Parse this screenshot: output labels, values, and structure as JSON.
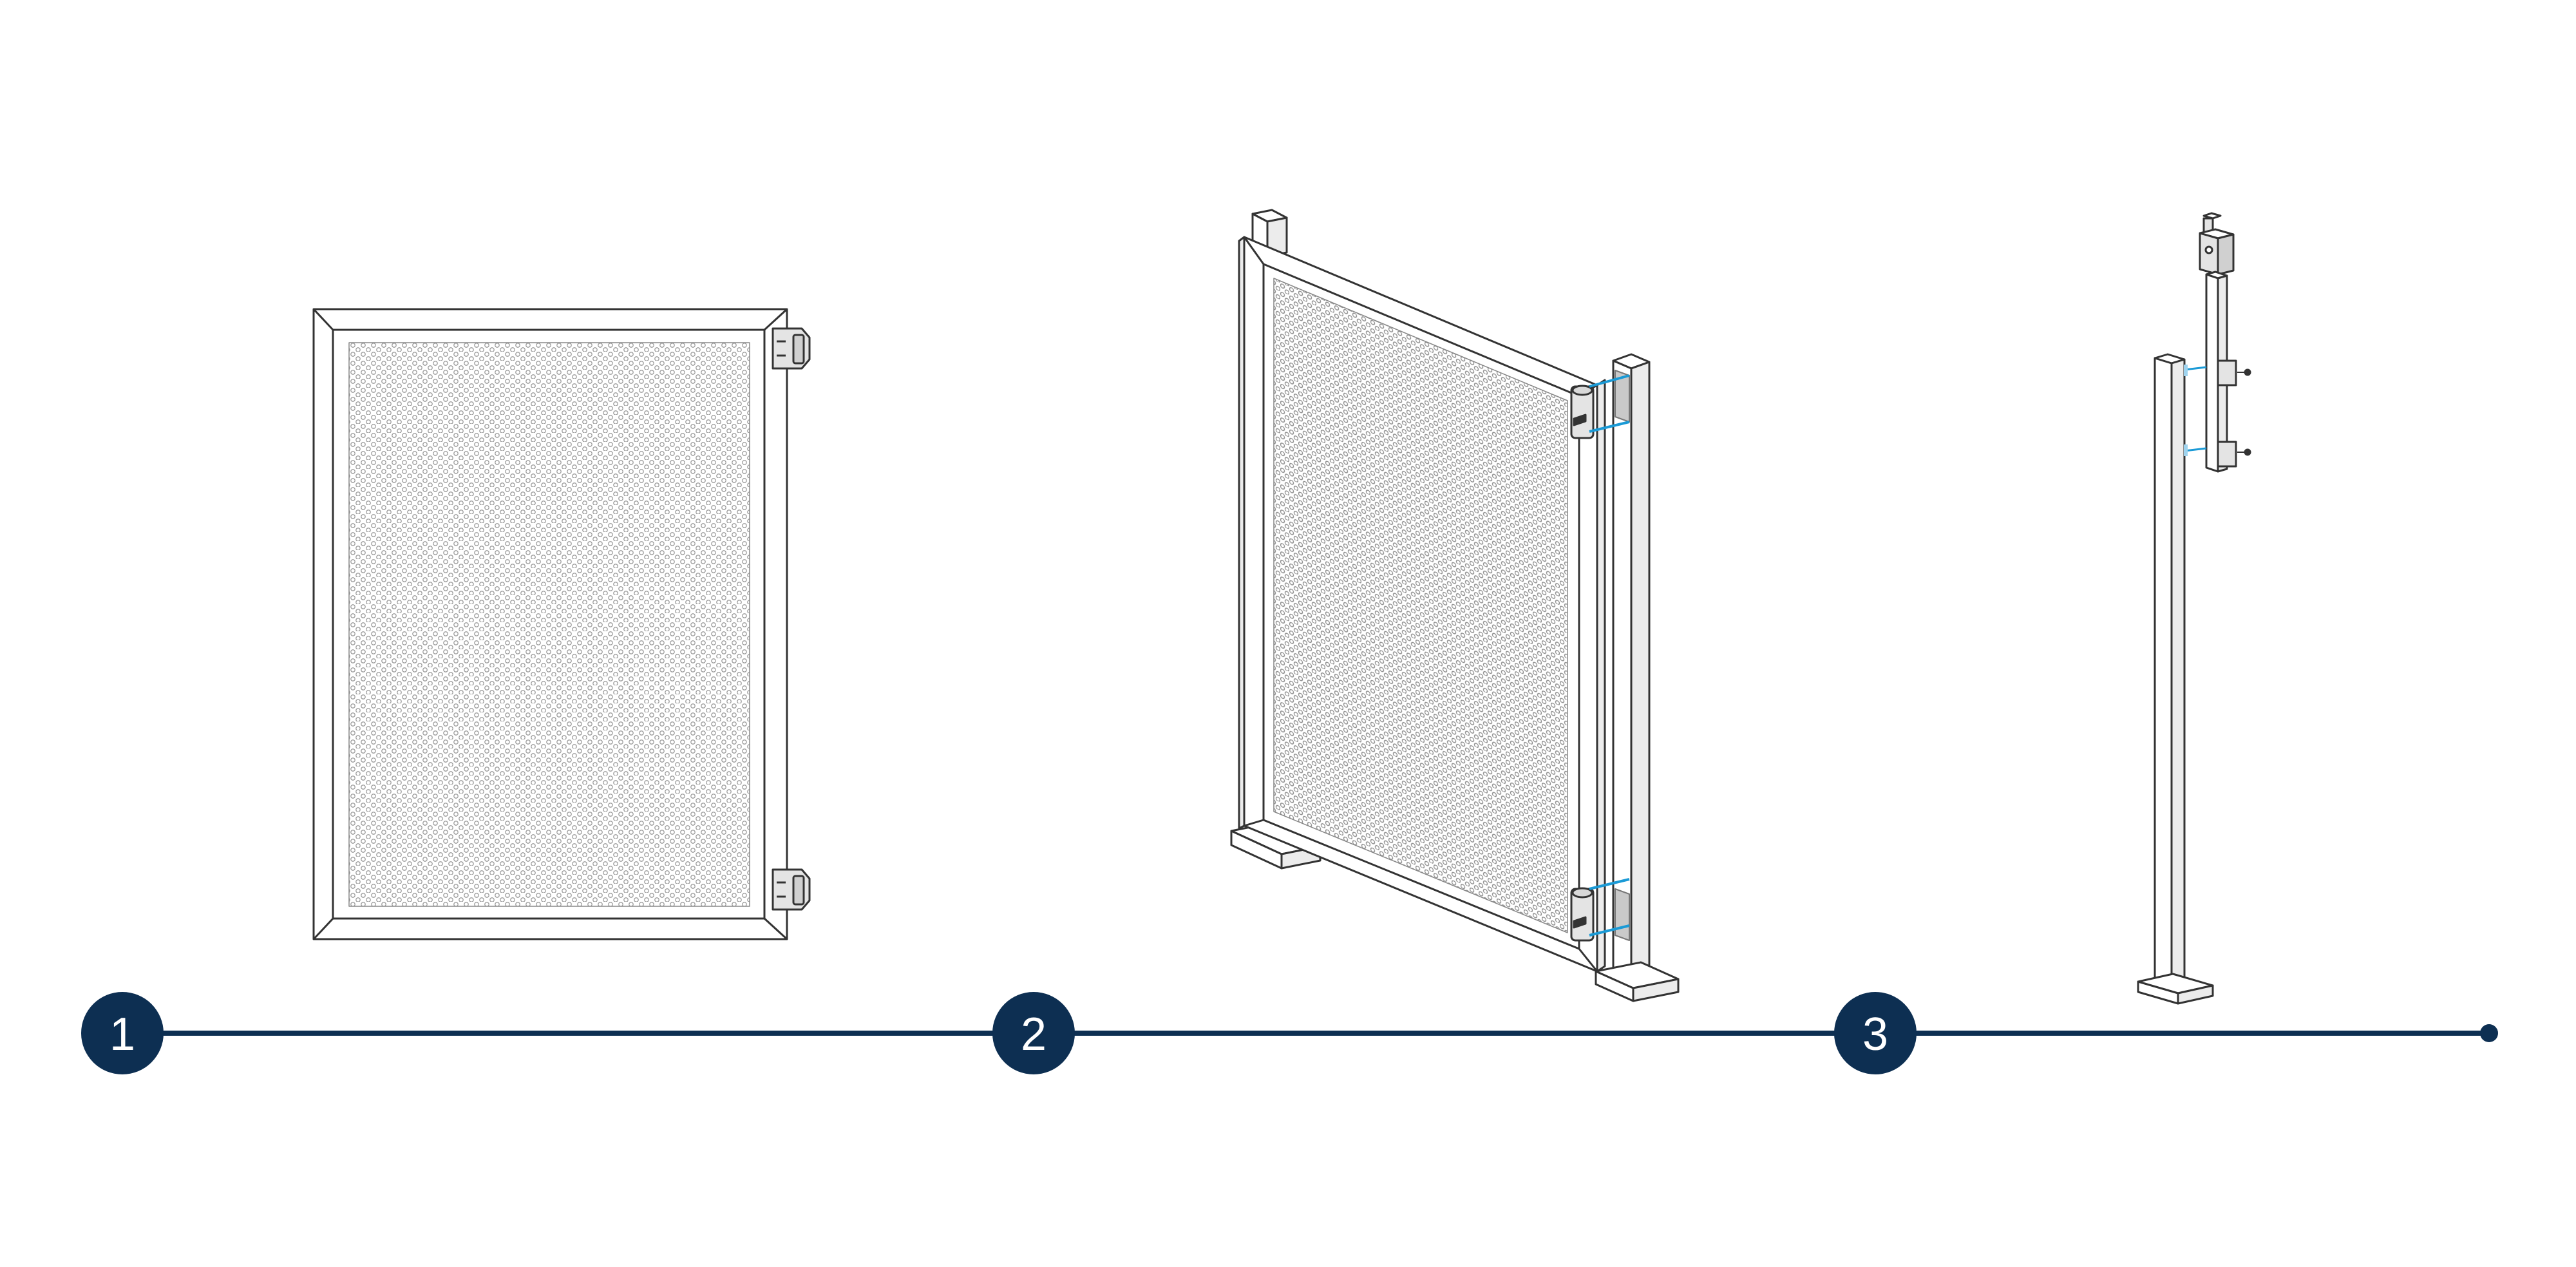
{
  "colors": {
    "background": "#ffffff",
    "timeline": "#0d2f52",
    "outline": "#333333",
    "mesh": "#a8a8a8",
    "frame_fill": "#ffffff",
    "hardware_fill": "#e4e4e4",
    "accent": "#1a9ad6"
  },
  "steps": [
    {
      "number": "1",
      "illustration": "gate-panel-with-hinges"
    },
    {
      "number": "2",
      "illustration": "gate-panel-attached-to-post"
    },
    {
      "number": "3",
      "illustration": "post-with-hinge-bracket"
    }
  ]
}
